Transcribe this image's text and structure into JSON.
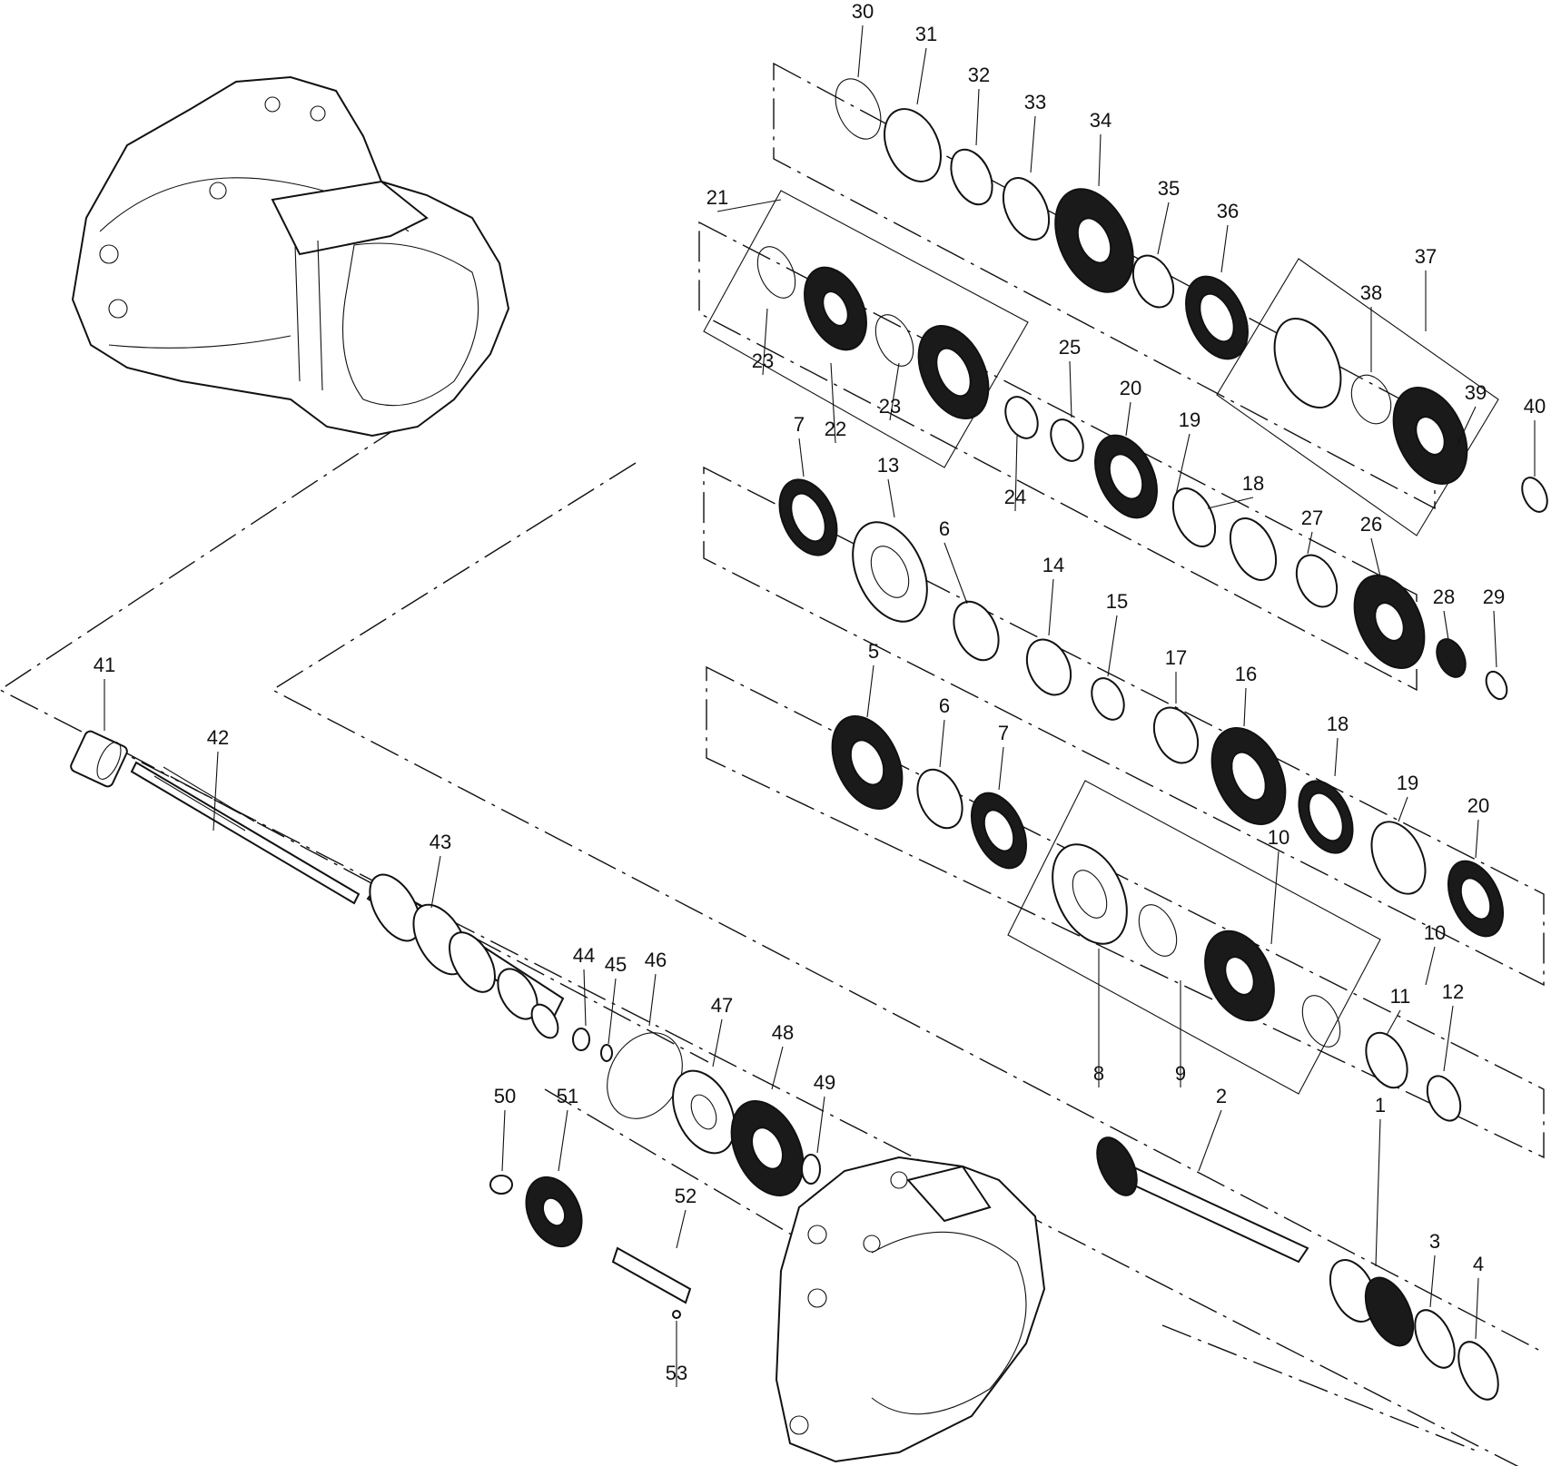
{
  "part_labels": [
    "1",
    "2",
    "3",
    "4",
    "5",
    "6",
    "6",
    "7",
    "7",
    "8",
    "9",
    "10",
    "10",
    "11",
    "12",
    "13",
    "14",
    "15",
    "16",
    "17",
    "18",
    "18",
    "19",
    "19",
    "20",
    "20",
    "21",
    "22",
    "23",
    "23",
    "24",
    "25",
    "26",
    "27",
    "28",
    "29",
    "30",
    "31",
    "32",
    "33",
    "34",
    "35",
    "36",
    "37",
    "38",
    "39",
    "40",
    "41",
    "42",
    "43",
    "44",
    "45",
    "46",
    "47",
    "48",
    "49",
    "50",
    "51",
    "52",
    "53"
  ]
}
